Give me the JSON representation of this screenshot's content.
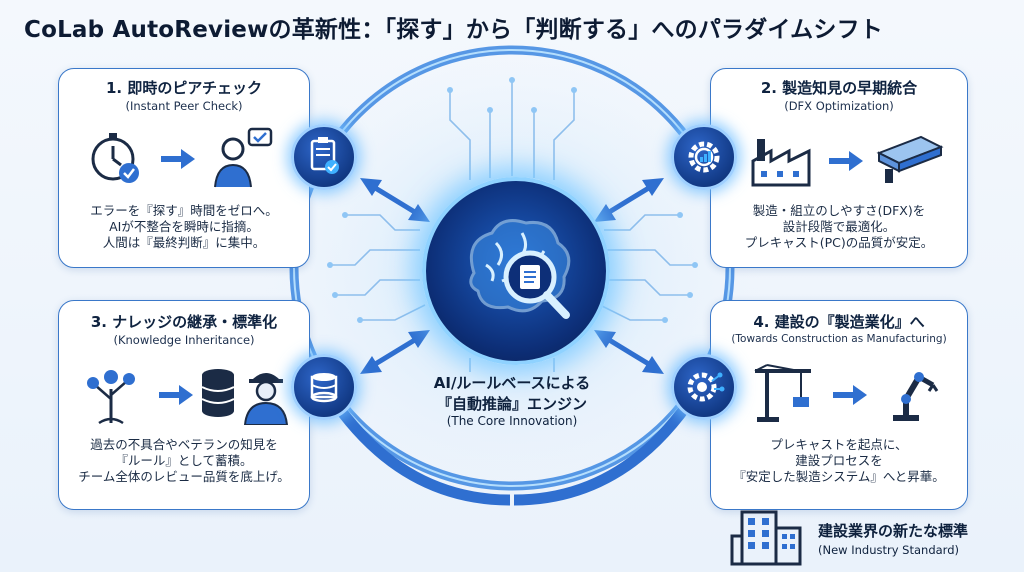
{
  "title": "CoLab AutoReviewの革新性：「探す」から「判断する」へのパラダイムシフト",
  "cards": [
    {
      "heading": "1. 即時のピアチェック",
      "subheading": "(Instant Peer Check)",
      "body": [
        "エラーを『探す』時間をゼロへ。",
        "AIが不整合を瞬時に指摘。",
        "人間は『最終判断』に集中。"
      ]
    },
    {
      "heading": "2. 製造知見の早期統合",
      "subheading": "(DFX Optimization)",
      "body": [
        "製造・組立のしやすさ(DFX)を",
        "設計段階で最適化。",
        "プレキャスト(PC)の品質が安定。"
      ]
    },
    {
      "heading": "3. ナレッジの継承・標準化",
      "subheading": "(Knowledge Inheritance)",
      "body": [
        "過去の不具合やベテランの知見を",
        "『ルール』として蓄積。",
        "チーム全体のレビュー品質を底上げ。"
      ]
    },
    {
      "heading": "4. 建設の『製造業化』へ",
      "subheading": "(Towards Construction as Manufacturing)",
      "body": [
        "プレキャストを起点に、",
        "建設プロセスを",
        "『安定した製造システム』へと昇華。"
      ]
    }
  ],
  "core": {
    "line1": "AI/ルールベースによる",
    "line2": "『自動推論』エンジン",
    "line3": "(The Core Innovation)"
  },
  "standard": {
    "title": "建設業界の新たな標準",
    "subtitle": "(New Industry Standard)"
  },
  "colors": {
    "accent": "#2f6fd0",
    "card_border": "#3a78c9",
    "glow": "#8fd2ff",
    "navy": "#0d2f78"
  },
  "icons": [
    "stopwatch-icon",
    "person-chat-icon",
    "clipboard-check-icon",
    "gear-chart-icon",
    "factory-icon",
    "steel-beam-icon",
    "brain-search-icon",
    "tree-network-icon",
    "database-icon",
    "veteran-worker-icon",
    "crane-icon",
    "robot-arm-icon",
    "building-icon"
  ]
}
